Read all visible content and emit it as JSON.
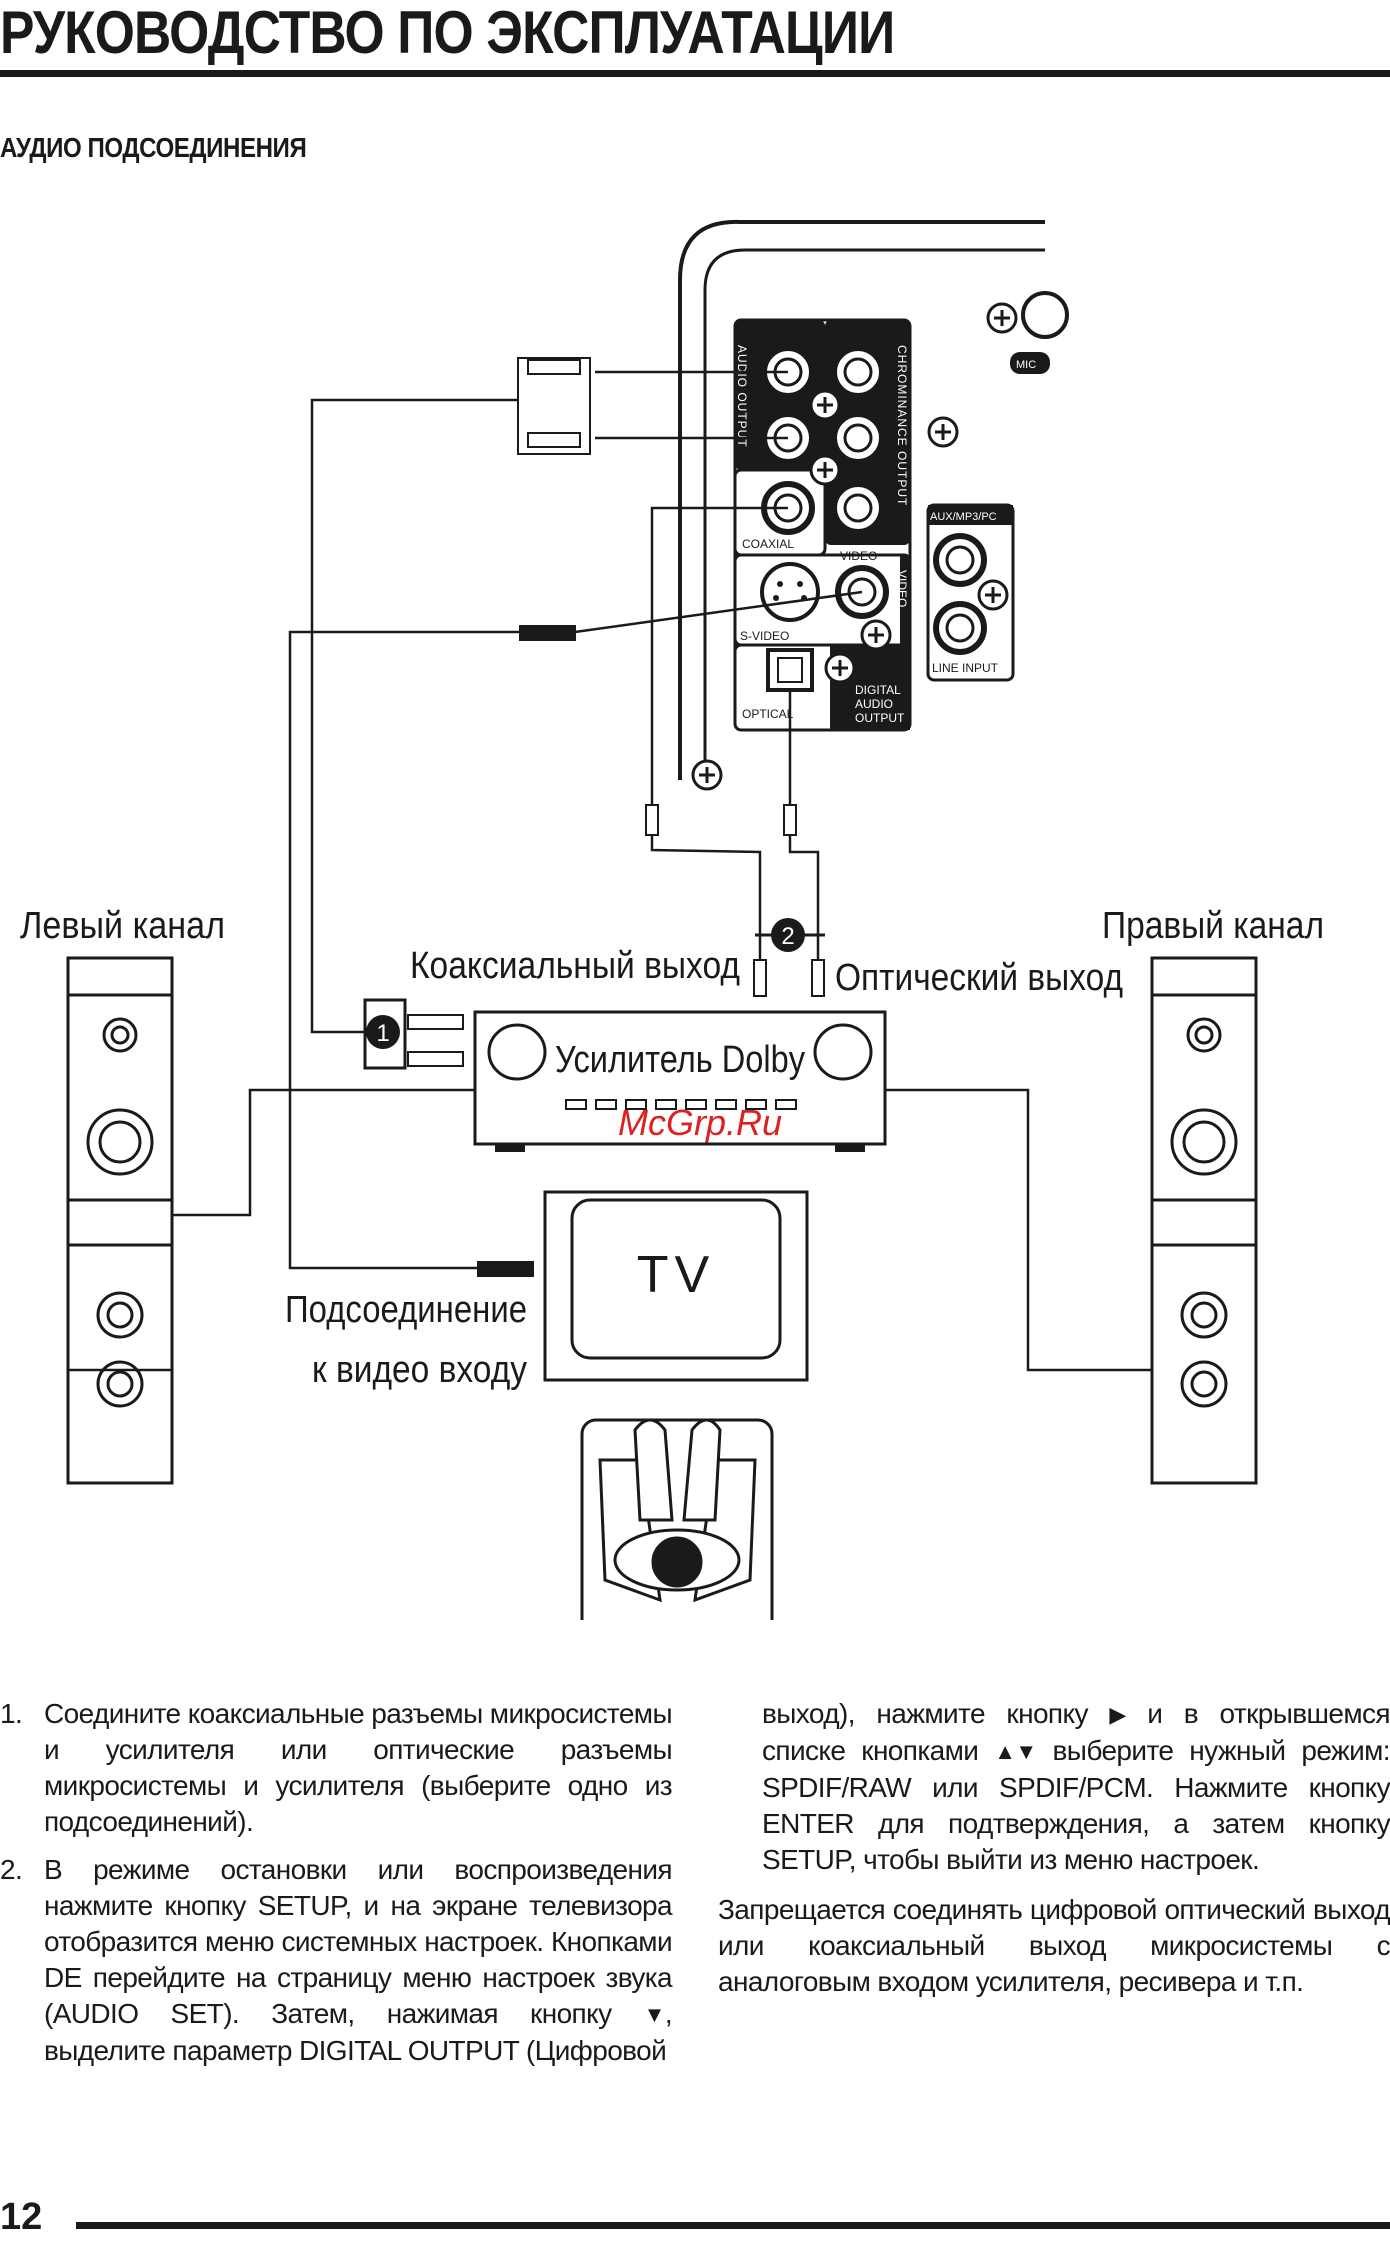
{
  "header": {
    "title": "РУКОВОДСТВО ПО ЭКСПЛУАТАЦИИ",
    "section": "АУДИО ПОДСОЕДИНЕНИЯ"
  },
  "diagram": {
    "panel_labels": {
      "audio_output": "AUDIO OUTPUT",
      "chrominance_output": "CHROMINANCE OUTPUT",
      "coaxial": "COAXIAL",
      "video_top": "VIDEO",
      "video_side": "VIDEO",
      "s_video": "S-VIDEO",
      "optical": "OPTICAL",
      "digital": "DIGITAL",
      "audio": "AUDIO",
      "output": "OUTPUT",
      "aux": "AUX/MP3/PC",
      "line_input": "LINE INPUT",
      "mic": "MIC"
    },
    "left_channel": "Левый канал",
    "right_channel": "Правый канал",
    "coaxial_out": "Коаксиальный выход",
    "optical_out": "Оптический выход",
    "amplifier": "Усилитель Dolby",
    "watermark": "McGrp.Ru",
    "tv": "TV",
    "video_conn_1": "Подсоединение",
    "video_conn_2": "к видео входу",
    "badge_1": "1",
    "badge_2": "2"
  },
  "instructions": {
    "step1_num": "1.",
    "step1": "Соедините коаксиальные разъемы микросистемы и усилителя или оптические разъемы микросистемы и усилителя (выберите одно из подсоединений).",
    "step2_num": "2.",
    "step2_a": "В режиме остановки или воспроизведения нажмите кнопку SETUP, и на экране телевизора отобразится меню системных настроек. Кнопками DE перейдите на страницу меню настроек звука (AUDIO SET). Затем, нажимая кнопку",
    "step2_b": ", выделите параметр DIGITAL OUTPUT (Цифровой",
    "col2_a": "выход), нажмите кнопку",
    "col2_b": "и в открывшемся списке кнопками",
    "col2_c": "выберите нужный режим: SPDIF/RAW или SPDIF/PCM. Нажмите кнопку ENTER для подтверждения, а затем кнопку SETUP, чтобы выйти из меню настроек.",
    "warning": "Запрещается соединять цифровой оптический выход или коаксиальный выход микросистемы с аналоговым входом усилителя, ресивера и т.п."
  },
  "footer": {
    "page_number": "12"
  },
  "colors": {
    "ink": "#1a1a1a",
    "watermark": "#e02020"
  }
}
